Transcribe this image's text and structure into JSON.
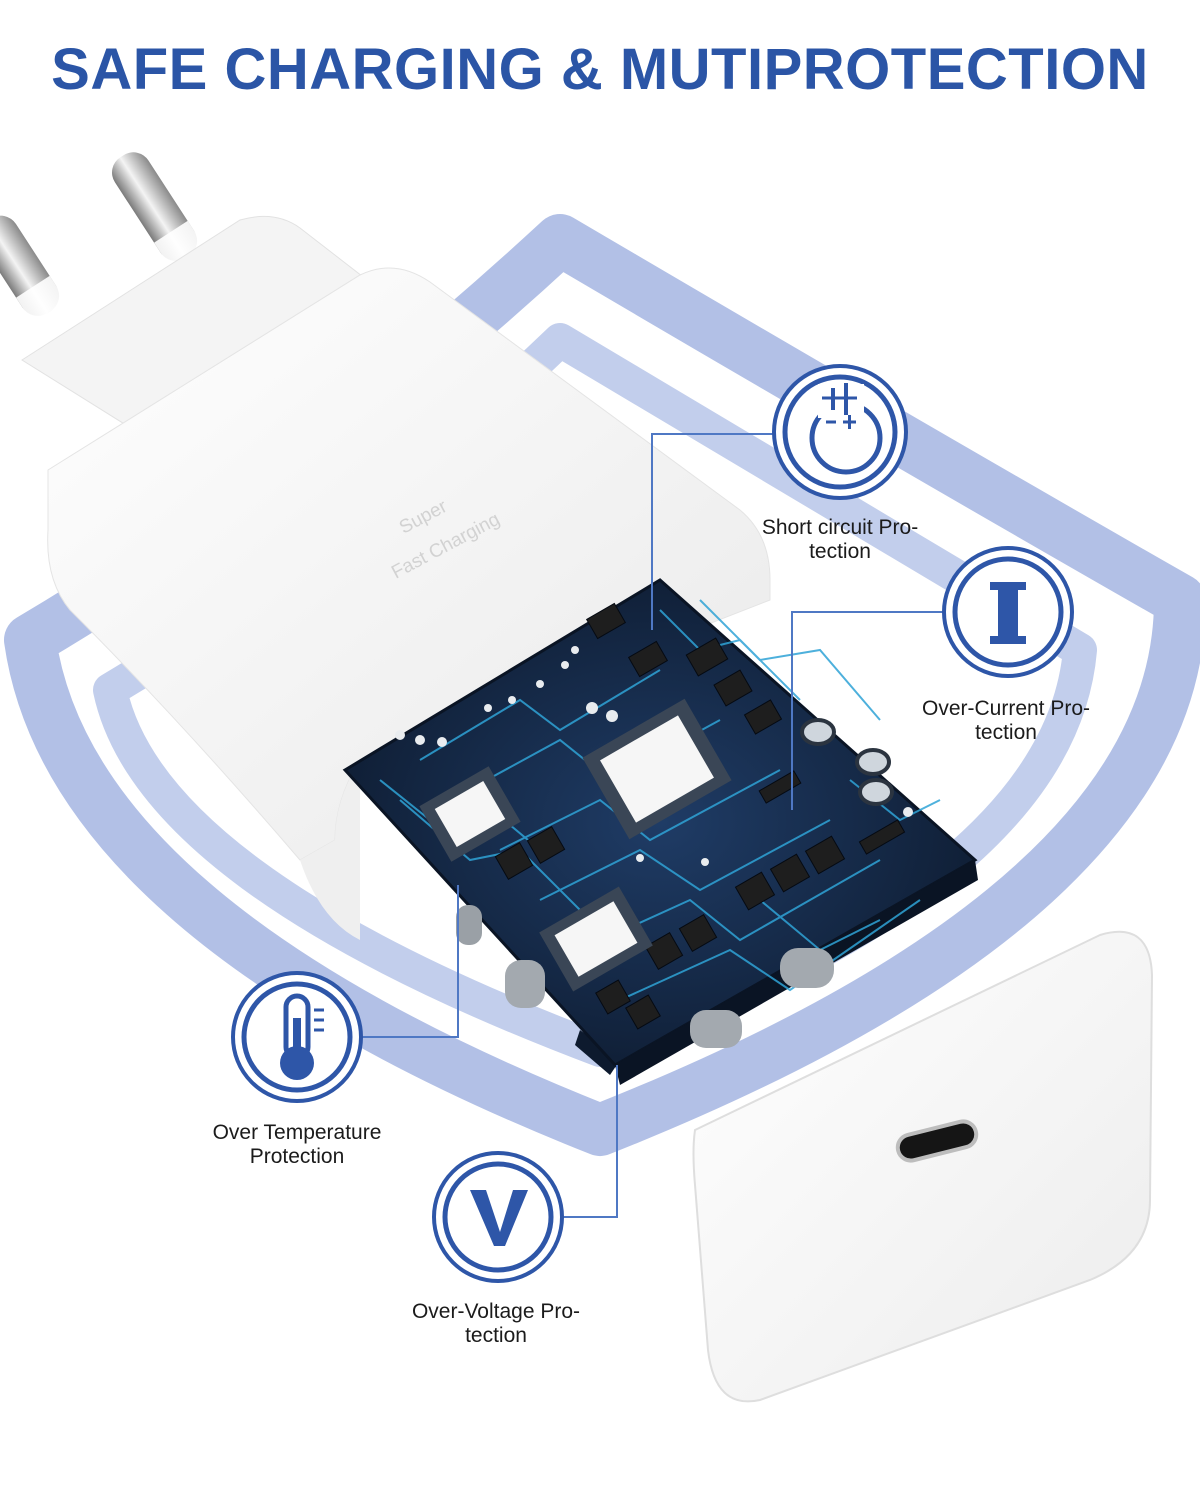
{
  "headline": "SAFE CHARGING & MUTIPROTECTION",
  "charger_label": {
    "line1": "Super",
    "line2": "Fast Charging"
  },
  "features": [
    {
      "icon": "battery-polarity-icon",
      "line1": "Short circuit Pro-",
      "line2": "tection"
    },
    {
      "icon": "current-i-icon",
      "line1": "Over-Current Pro-",
      "line2": "tection"
    },
    {
      "icon": "thermometer-icon",
      "line1": "Over Temperature",
      "line2": "Protection"
    },
    {
      "icon": "voltage-v-icon",
      "line1": "Over-Voltage Pro-",
      "line2": "tection"
    }
  ],
  "colors": {
    "headline": "#2b55a6",
    "icon_ring": "#2e56a8",
    "shield_band": "#b2c0e6",
    "board": "#13233d",
    "trace": "#2fa3d6",
    "leader_line": "#4f78c4"
  }
}
